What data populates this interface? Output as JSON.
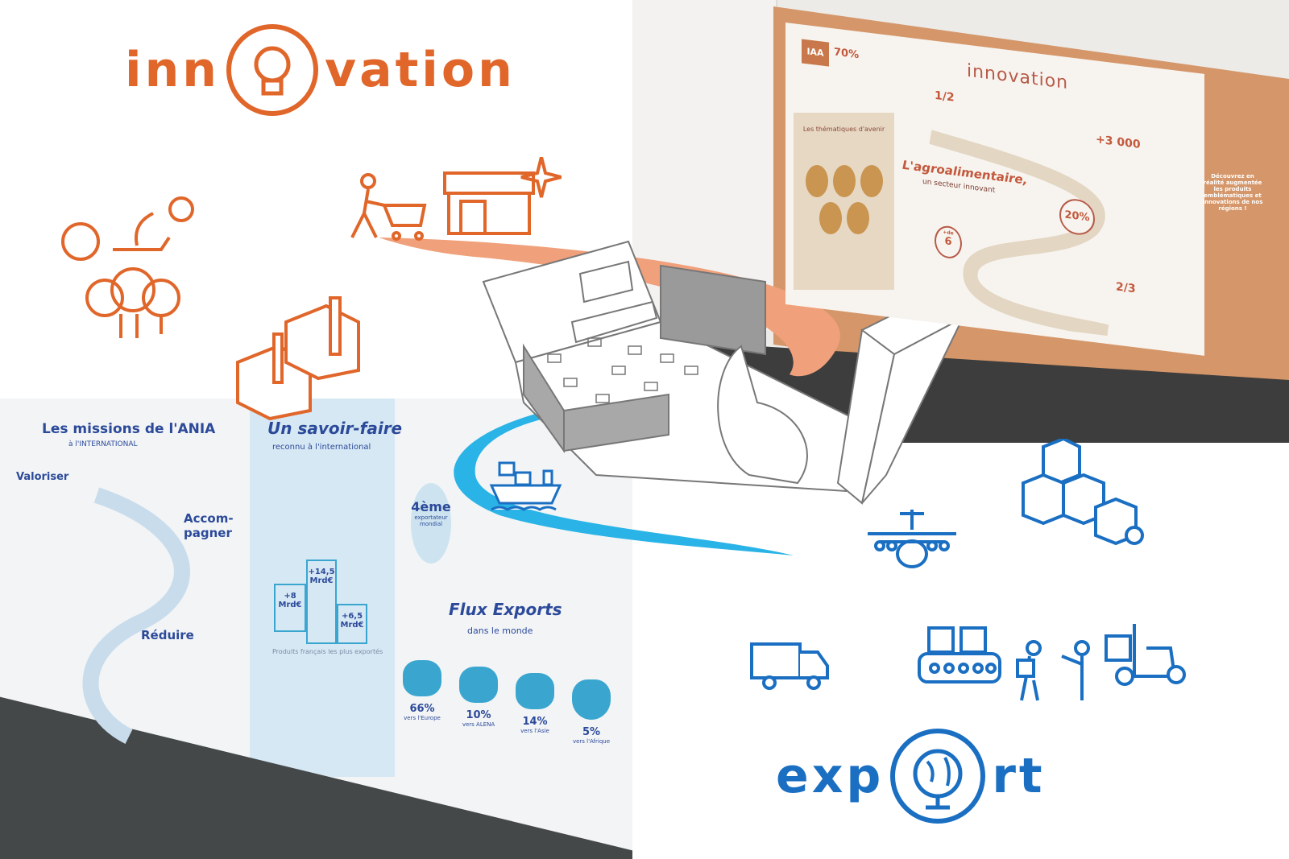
{
  "innovation_logo": {
    "prefix": "inn",
    "suffix": "vation",
    "color": "#e0662a"
  },
  "export_logo": {
    "prefix": "exp",
    "suffix": "rt",
    "color": "#1a6fc2"
  },
  "photo_top": {
    "stat_iaa_badge": "IAA",
    "stat_iaa": "70%",
    "poster_logo": "innovation",
    "stat_half": "1/2",
    "headline": "L'agroalimentaire,",
    "subheadline": "un secteur innovant",
    "side_title": "Les thématiques d'avenir",
    "stat_3000": "+3 000",
    "stat_20": "20%",
    "stat_6": "6",
    "stat_6_prefix": "+de",
    "stat_23": "2/3",
    "side_cta": "Découvrez en réalité augmentée les produits emblématiques et innovations de nos régions !"
  },
  "photo_bottom": {
    "missions_title": "Les missions de l'ANIA",
    "missions_sub": "à l'INTERNATIONAL",
    "step1": "Valoriser",
    "step2": "Accom-pagner",
    "step3": "Réduire",
    "savoir_title": "Un savoir-faire",
    "savoir_sub": "reconnu à l'international",
    "val1": "+8 Mrd€",
    "val2": "+14,5 Mrd€",
    "val3": "+6,5 Mrd€",
    "savoir_caption": "Produits français les plus exportés",
    "rank": "4ème",
    "rank_caption": "exportateur mondial",
    "flux_title": "Flux Exports",
    "flux_sub": "dans le monde",
    "regions": [
      {
        "pct": "66%",
        "label": "vers l'Europe"
      },
      {
        "pct": "10%",
        "label": "vers ALENA"
      },
      {
        "pct": "14%",
        "label": "vers l'Asie"
      },
      {
        "pct": "5%",
        "label": "vers l'Afrique"
      }
    ]
  },
  "colors": {
    "orange": "#e0662a",
    "salmon": "#f0a07a",
    "blue": "#1a6fc2",
    "cyan": "#29b3e6",
    "grey": "#9a9a9a"
  }
}
